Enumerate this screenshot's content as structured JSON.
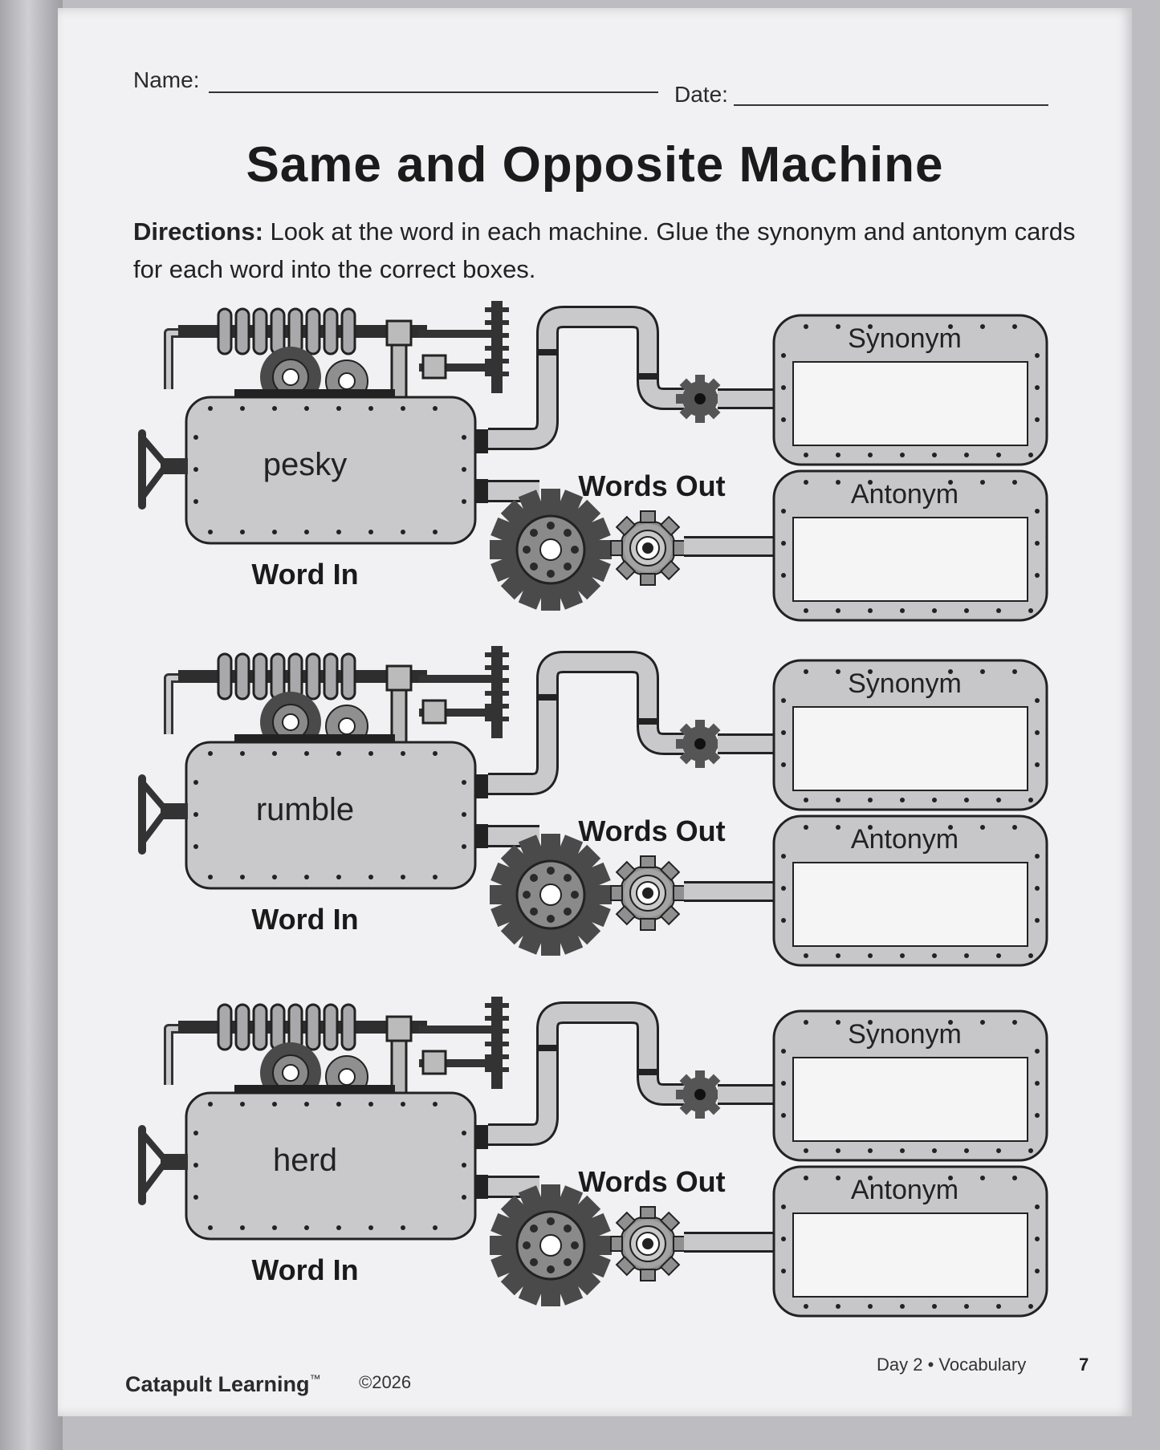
{
  "header": {
    "name_label": "Name:",
    "date_label": "Date:"
  },
  "title": "Same and Opposite Machine",
  "directions": {
    "label": "Directions:",
    "text": "Look at the word in each machine. Glue the synonym and antonym cards for each word into the correct boxes."
  },
  "machines": [
    {
      "word": "pesky",
      "word_in_label": "Word In",
      "words_out_label": "Words Out",
      "synonym_label": "Synonym",
      "antonym_label": "Antonym"
    },
    {
      "word": "rumble",
      "word_in_label": "Word In",
      "words_out_label": "Words Out",
      "synonym_label": "Synonym",
      "antonym_label": "Antonym"
    },
    {
      "word": "herd",
      "word_in_label": "Word In",
      "words_out_label": "Words Out",
      "synonym_label": "Synonym",
      "antonym_label": "Antonym"
    }
  ],
  "footer": {
    "brand": "Catapult Learning",
    "trademark": "™",
    "copyright": "©2026",
    "section": "Day 2 • Vocabulary",
    "page_number": "7"
  },
  "colors": {
    "page": "#f1f1f3",
    "machine_fill": "#c9c9cb",
    "dark_gear": "#4a4a4a",
    "ink": "#1a1a1a"
  }
}
